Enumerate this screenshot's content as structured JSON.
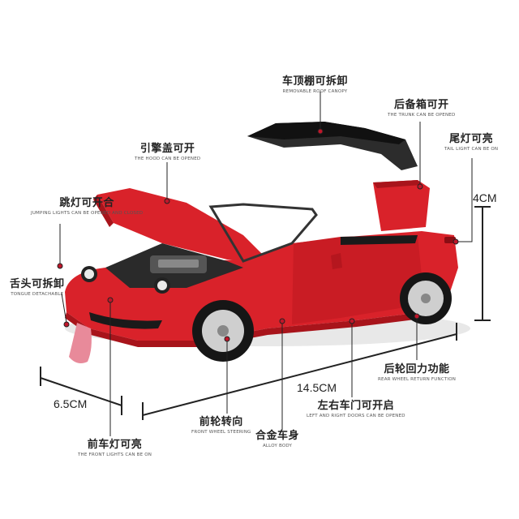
{
  "colors": {
    "car_body": "#d9222a",
    "car_shadow": "#a8141b",
    "canopy": "#2a2a2a",
    "leader_dot": "#c0162a",
    "line": "#222222"
  },
  "features": [
    {
      "id": "roof",
      "cn": "车顶棚可拆卸",
      "en": "REMOVABLE ROOF CANOPY"
    },
    {
      "id": "trunk",
      "cn": "后备箱可开",
      "en": "THE TRUNK CAN BE OPENED"
    },
    {
      "id": "hood",
      "cn": "引擎盖可开",
      "en": "THE HOOD CAN BE OPENED"
    },
    {
      "id": "taillight",
      "cn": "尾灯可亮",
      "en": "TAIL LIGHT CAN BE ON"
    },
    {
      "id": "jumplight",
      "cn": "跳灯可开合",
      "en": "JUMPING LIGHTS CAN BE OPENED AND CLOSED"
    },
    {
      "id": "tongue",
      "cn": "舌头可拆卸",
      "en": "TONGUE DETACHABLE"
    },
    {
      "id": "pullback",
      "cn": "后轮回力功能",
      "en": "REAR WHEEL RETURN FUNCTION"
    },
    {
      "id": "doors",
      "cn": "左右车门可开启",
      "en": "LEFT AND RIGHT DOORS CAN BE OPENED"
    },
    {
      "id": "steering",
      "cn": "前轮转向",
      "en": "FRONT WHEEL STEERING"
    },
    {
      "id": "alloy",
      "cn": "合金车身",
      "en": "ALLOY BODY"
    },
    {
      "id": "frontlight",
      "cn": "前车灯可亮",
      "en": "THE FRONT LIGHTS CAN BE ON"
    }
  ],
  "dimensions": {
    "height": "4CM",
    "length": "14.5CM",
    "width": "6.5CM"
  }
}
